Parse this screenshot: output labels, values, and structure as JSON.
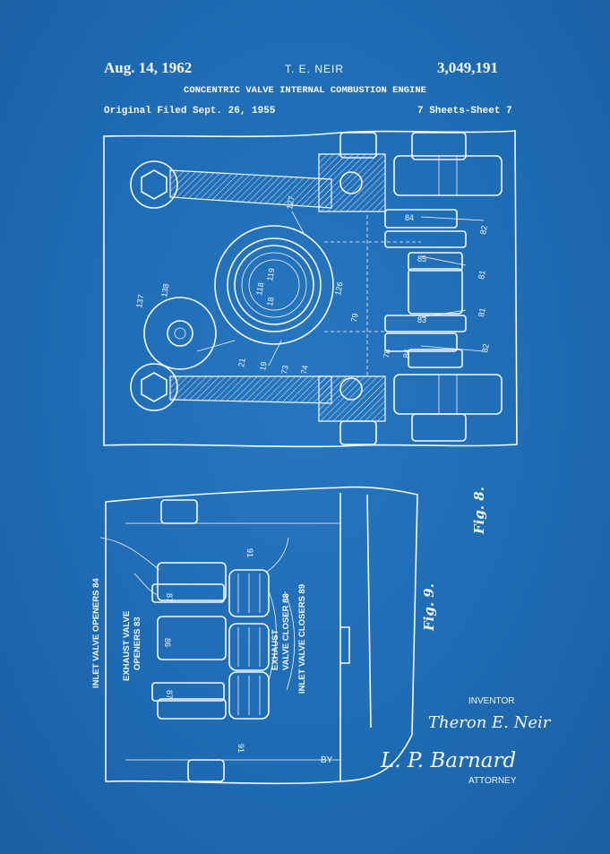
{
  "header": {
    "date": "Aug. 14, 1962",
    "inventor": "T. E. NEIR",
    "number": "3,049,191",
    "title": "CONCENTRIC VALVE INTERNAL COMBUSTION ENGINE",
    "filed": "Original Filed Sept. 26, 1955",
    "sheets": "7 Sheets-Sheet 7"
  },
  "figure_upper": {
    "labels": [
      "127",
      "84",
      "82",
      "85",
      "81",
      "118",
      "119",
      "18",
      "126",
      "137",
      "138",
      "79",
      "81",
      "83",
      "21",
      "19",
      "73",
      "74",
      "78",
      "84",
      "82"
    ]
  },
  "figure_lower": {
    "labels": [
      "91",
      "87",
      "86",
      "87",
      "91"
    ],
    "callouts": {
      "inlet_openers": "INLET VALVE OPENERS 84",
      "exhaust_openers_1": "EXHAUST VALVE",
      "exhaust_openers_2": "OPENERS 83",
      "exhaust_closer_1": "EXHAUST",
      "exhaust_closer_2": "VALVE CLOSER 88",
      "inlet_closers": "INLET VALVE CLOSERS 89"
    }
  },
  "fig_labels": {
    "fig8": "Fig. 8.",
    "fig9": "Fig. 9."
  },
  "footer": {
    "inventor_caption": "INVENTOR",
    "inventor_signature": "Theron E. Neir",
    "by": "BY",
    "attorney_signature": "L. P. Barnard",
    "attorney_caption": "ATTORNEY"
  }
}
